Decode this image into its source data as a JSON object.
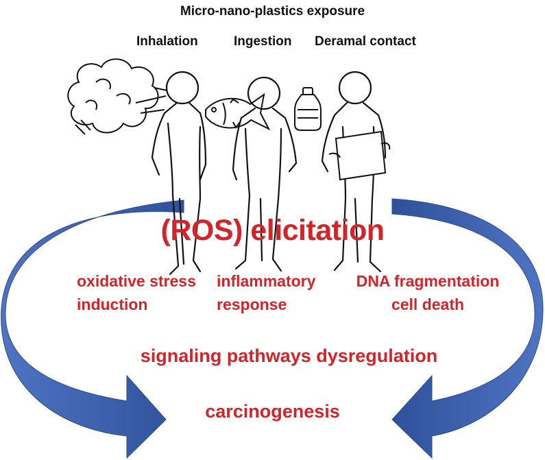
{
  "title": "Micro-nano-plastics exposure",
  "routes": {
    "inhalation": "Inhalation",
    "ingestion": "Ingestion",
    "dermal": "Deramal contact"
  },
  "ros": "(ROS) elicitation",
  "effects": {
    "oxidative_1": "oxidative stress",
    "oxidative_2": "induction",
    "inflammatory_1": "inflammatory",
    "inflammatory_2": "response",
    "dna_1": "DNA fragmentation",
    "dna_2": "cell death"
  },
  "signaling": "signaling pathways dysregulation",
  "outcome": "carcinogenesis",
  "colors": {
    "arrow": "#3f63b3",
    "arrow_dark": "#2b4a8f",
    "effect_text": "#d4242a",
    "sketch": "#111111"
  }
}
